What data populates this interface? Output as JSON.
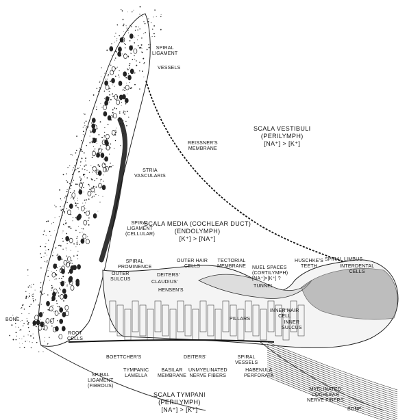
{
  "labels": {
    "spiral_ligament": [
      "SPIRAL",
      "LIGAMENT"
    ],
    "vessels": "VESSELS",
    "reissners_membrane": [
      "REISSNER'S",
      "MEMBRANE"
    ],
    "stria_vascularis": [
      "STRIA",
      "VASCULARIS"
    ],
    "spiral_ligament_cellular": [
      "SPIRAL",
      "LIGAMENT",
      "(CELLULAR)"
    ],
    "spiral_prominence": [
      "SPIRAL",
      "PROMINENCE"
    ],
    "outer_sulcus": [
      "OUTER",
      "SULCUS"
    ],
    "claudius": "CLAUDIUS'",
    "deiters_top": "DEITERS'",
    "hensens": "HENSEN'S",
    "outer_hair_cells": [
      "OUTER HAIR",
      "CELLS"
    ],
    "tectorial_membrane": [
      "TECTORIAL",
      "MEMBRANE"
    ],
    "nuel_spaces": [
      "NUEL SPACES",
      "(CORTILYMPH)",
      "[Na⁺]>[K⁺] ?"
    ],
    "tunnel": "TUNNEL",
    "huschkes_teeth": [
      "HUSCHKE'S",
      "TEETH"
    ],
    "spiral_limbus": "SPIRAL LIMBUS",
    "interdental_cells": [
      "INTERDENTAL",
      "CELLS"
    ],
    "pillars": "PILLARS",
    "inner_hair_cell": [
      "INNER HAIR",
      "CELL"
    ],
    "inner_sulcus": [
      "INNER",
      "SULCUS"
    ],
    "bone_left": "BONE",
    "root_cells": [
      "ROOT",
      "CELLS"
    ],
    "boettchers": "BOETTCHER'S",
    "tympanic_lamella": [
      "TYMPANIC",
      "LAMELLA"
    ],
    "basilar_membrane": [
      "BASILAR",
      "MEMBRANE"
    ],
    "deiters_bottom": "DEITERS'",
    "unmyelinated_nerve_fibers": [
      "UNMYELINATED",
      "NERVE FIBERS"
    ],
    "spiral_vessels": [
      "SPIRAL",
      "VESSELS"
    ],
    "habenula_perforata": [
      "HABENULA",
      "PERFORATA"
    ],
    "spiral_ligament_fibrous": [
      "SPIRAL",
      "LIGAMENT",
      "(FIBROUS)"
    ],
    "myelinated_cochlear_nerve_fibers": [
      "MYELINATED",
      "COCHLEAR",
      "NERVE FIBERS"
    ],
    "bone_right": "BONE"
  },
  "regions": {
    "scala_vestibuli": [
      "SCALA VESTIBULI",
      "(PERILYMPH)",
      "[Na⁺] > [K⁺]"
    ],
    "scala_media": [
      "SCALA MEDIA (COCHLEAR DUCT)",
      "(ENDOLYMPH)",
      "[K⁺] > [Na⁺]"
    ],
    "scala_tympani": [
      "SCALA TYMPANI",
      "(PERILYMPH)",
      "[Na⁺] > [K⁺]"
    ]
  }
}
